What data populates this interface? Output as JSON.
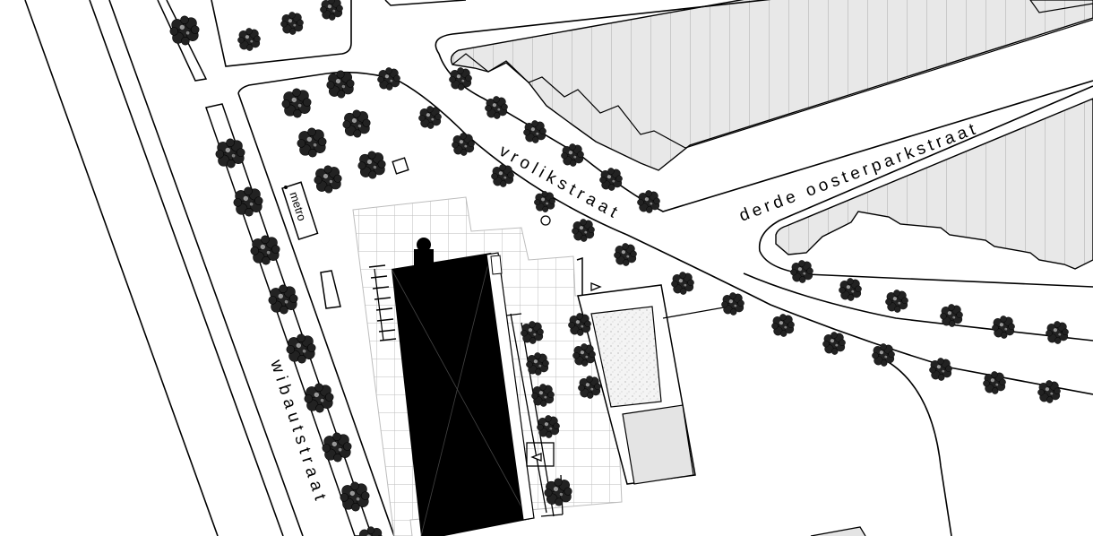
{
  "labels": {
    "vrolikstraat": "vrolikstraat",
    "derde_oosterparkstraat": "derde oosterparkstraat",
    "wibautstraat": "wibautstraat",
    "metro": "metro"
  },
  "colors": {
    "background": "#ffffff",
    "line": "#000000",
    "row_houses_fill": "#e8e8e8",
    "paving_grid": "#bdbdbd",
    "building_fill": "#000000",
    "tree_canopy": "#222222",
    "courtyard_fill": "#f2f2f2",
    "annex_fill": "#e4e4e4"
  },
  "icons": {
    "tree": "tree-icon",
    "entrance_triangle": "triangle-icon"
  }
}
